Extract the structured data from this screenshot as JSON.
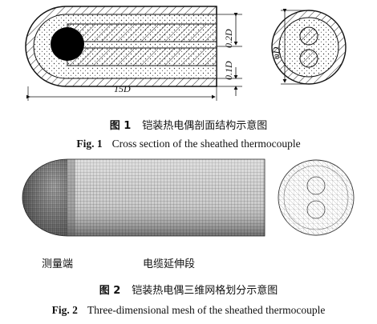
{
  "figure1": {
    "dimensions": {
      "d02": "0.2D",
      "d01": "0.1D",
      "diameter": "φD",
      "length": "15D"
    },
    "caption_cn_num": "图 1",
    "caption_cn": "铠装热电偶剖面结构示意图",
    "caption_en_num": "Fig. 1",
    "caption_en": "Cross section of the sheathed thermocouple"
  },
  "figure2": {
    "label_tip": "测量端",
    "label_cable": "电缆延伸段",
    "caption_cn_num": "图 2",
    "caption_cn": "铠装热电偶三维网格划分示意图",
    "caption_en_num": "Fig. 2",
    "caption_en": "Three-dimensional mesh of the sheathed thermocouple"
  }
}
